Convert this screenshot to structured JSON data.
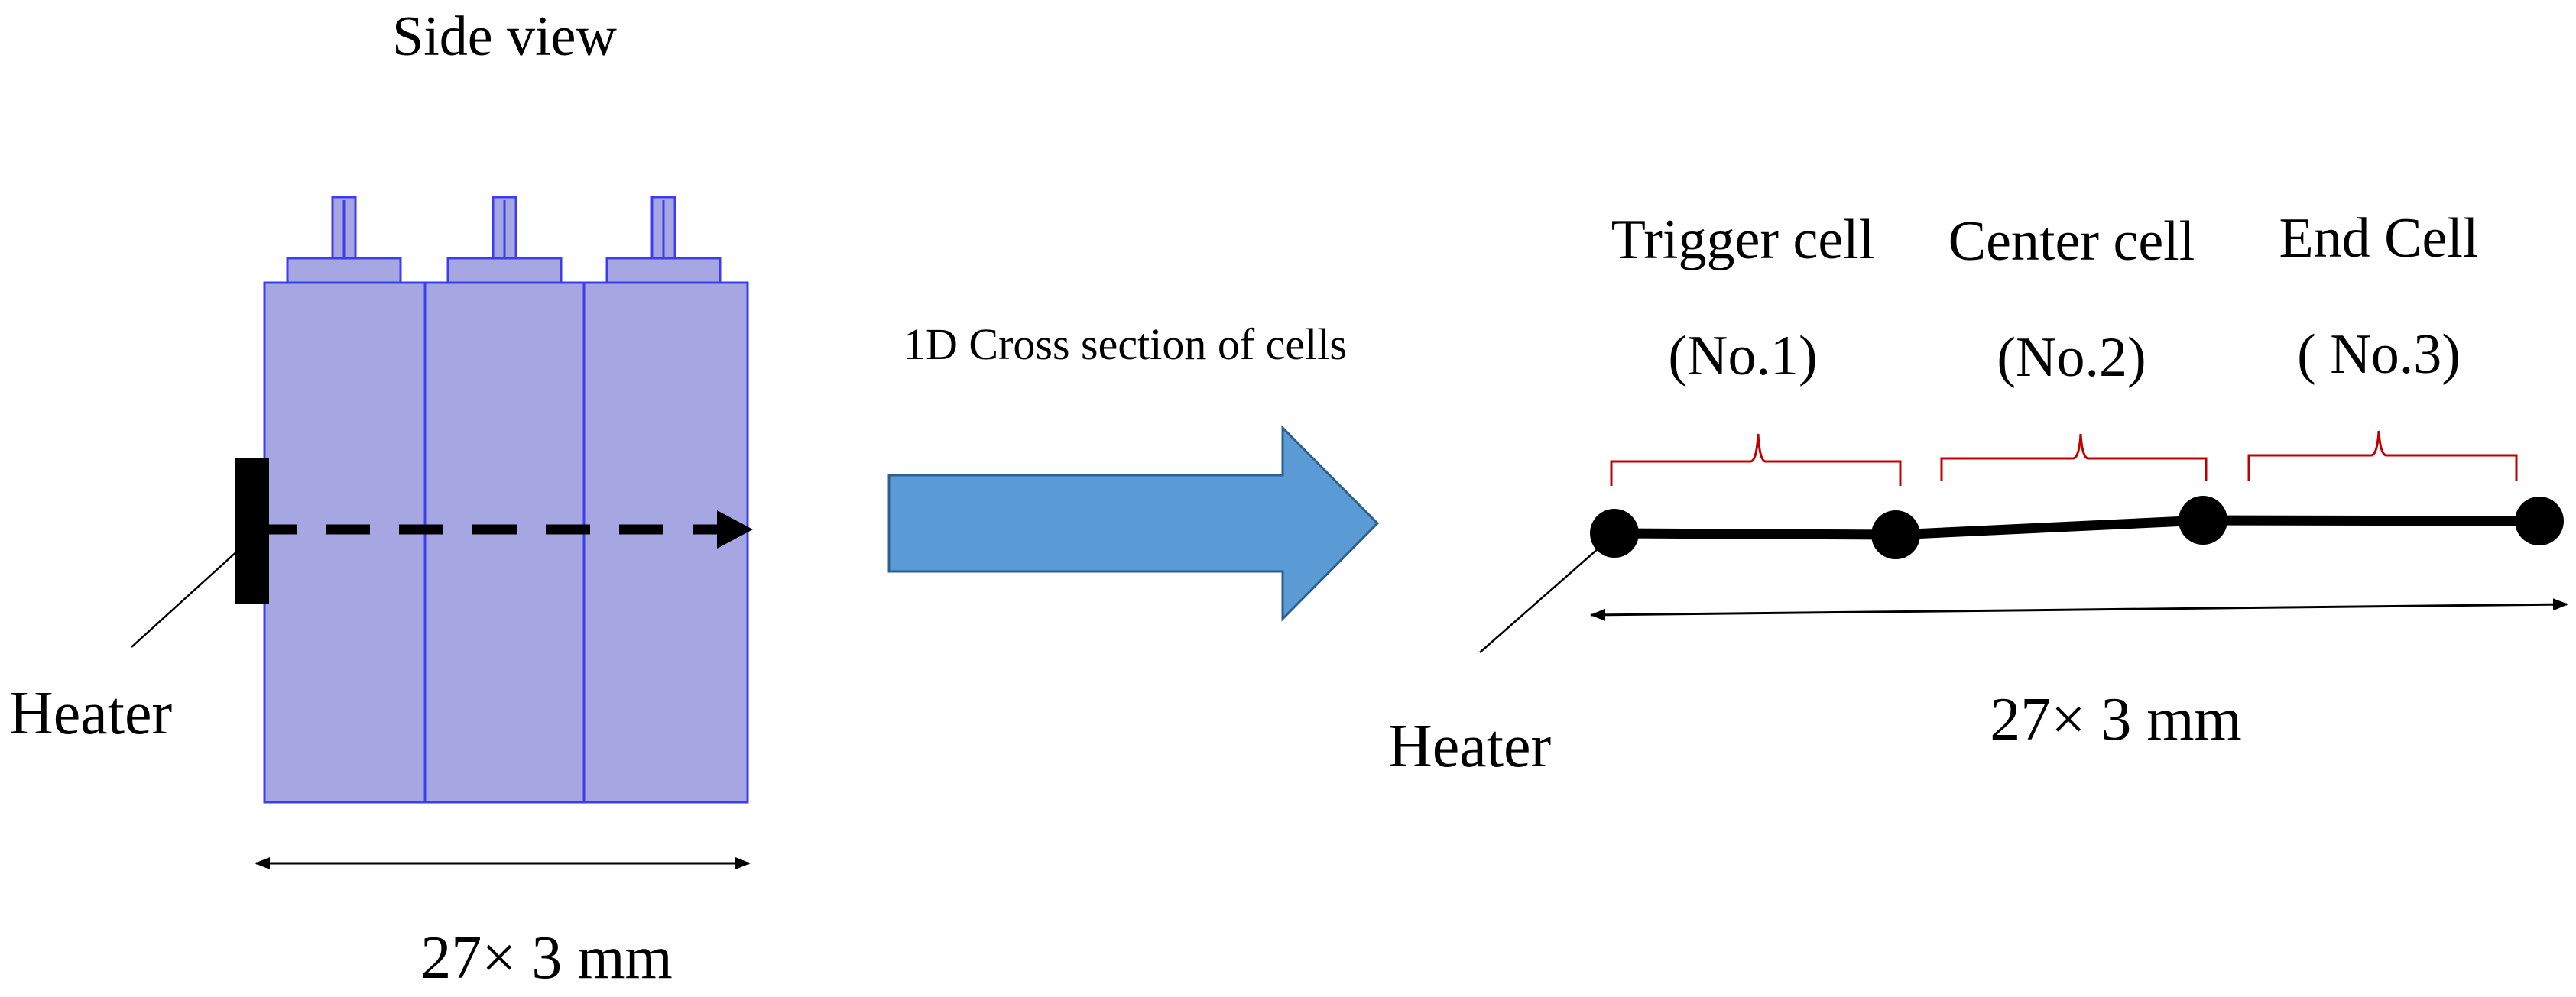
{
  "colors": {
    "cell_fill": "#a6a6e2",
    "cell_stroke": "#3d3df0",
    "arrow_fill": "#5b9bd5",
    "arrow_stroke": "#2f5f8f",
    "brace": "#c00000",
    "line": "#000000"
  },
  "left": {
    "title": "Side view",
    "heater_label": "Heater",
    "dimension_label": "27× 3 mm",
    "cell_count": 3
  },
  "middle": {
    "arrow_label": "1D Cross section of cells"
  },
  "right": {
    "cells": [
      {
        "name": "Trigger cell",
        "number": "(No.1)"
      },
      {
        "name": "Center cell",
        "number": "(No.2)"
      },
      {
        "name": "End Cell",
        "number": "( No.3)"
      }
    ],
    "heater_label": "Heater",
    "dimension_label": "27× 3 mm"
  }
}
